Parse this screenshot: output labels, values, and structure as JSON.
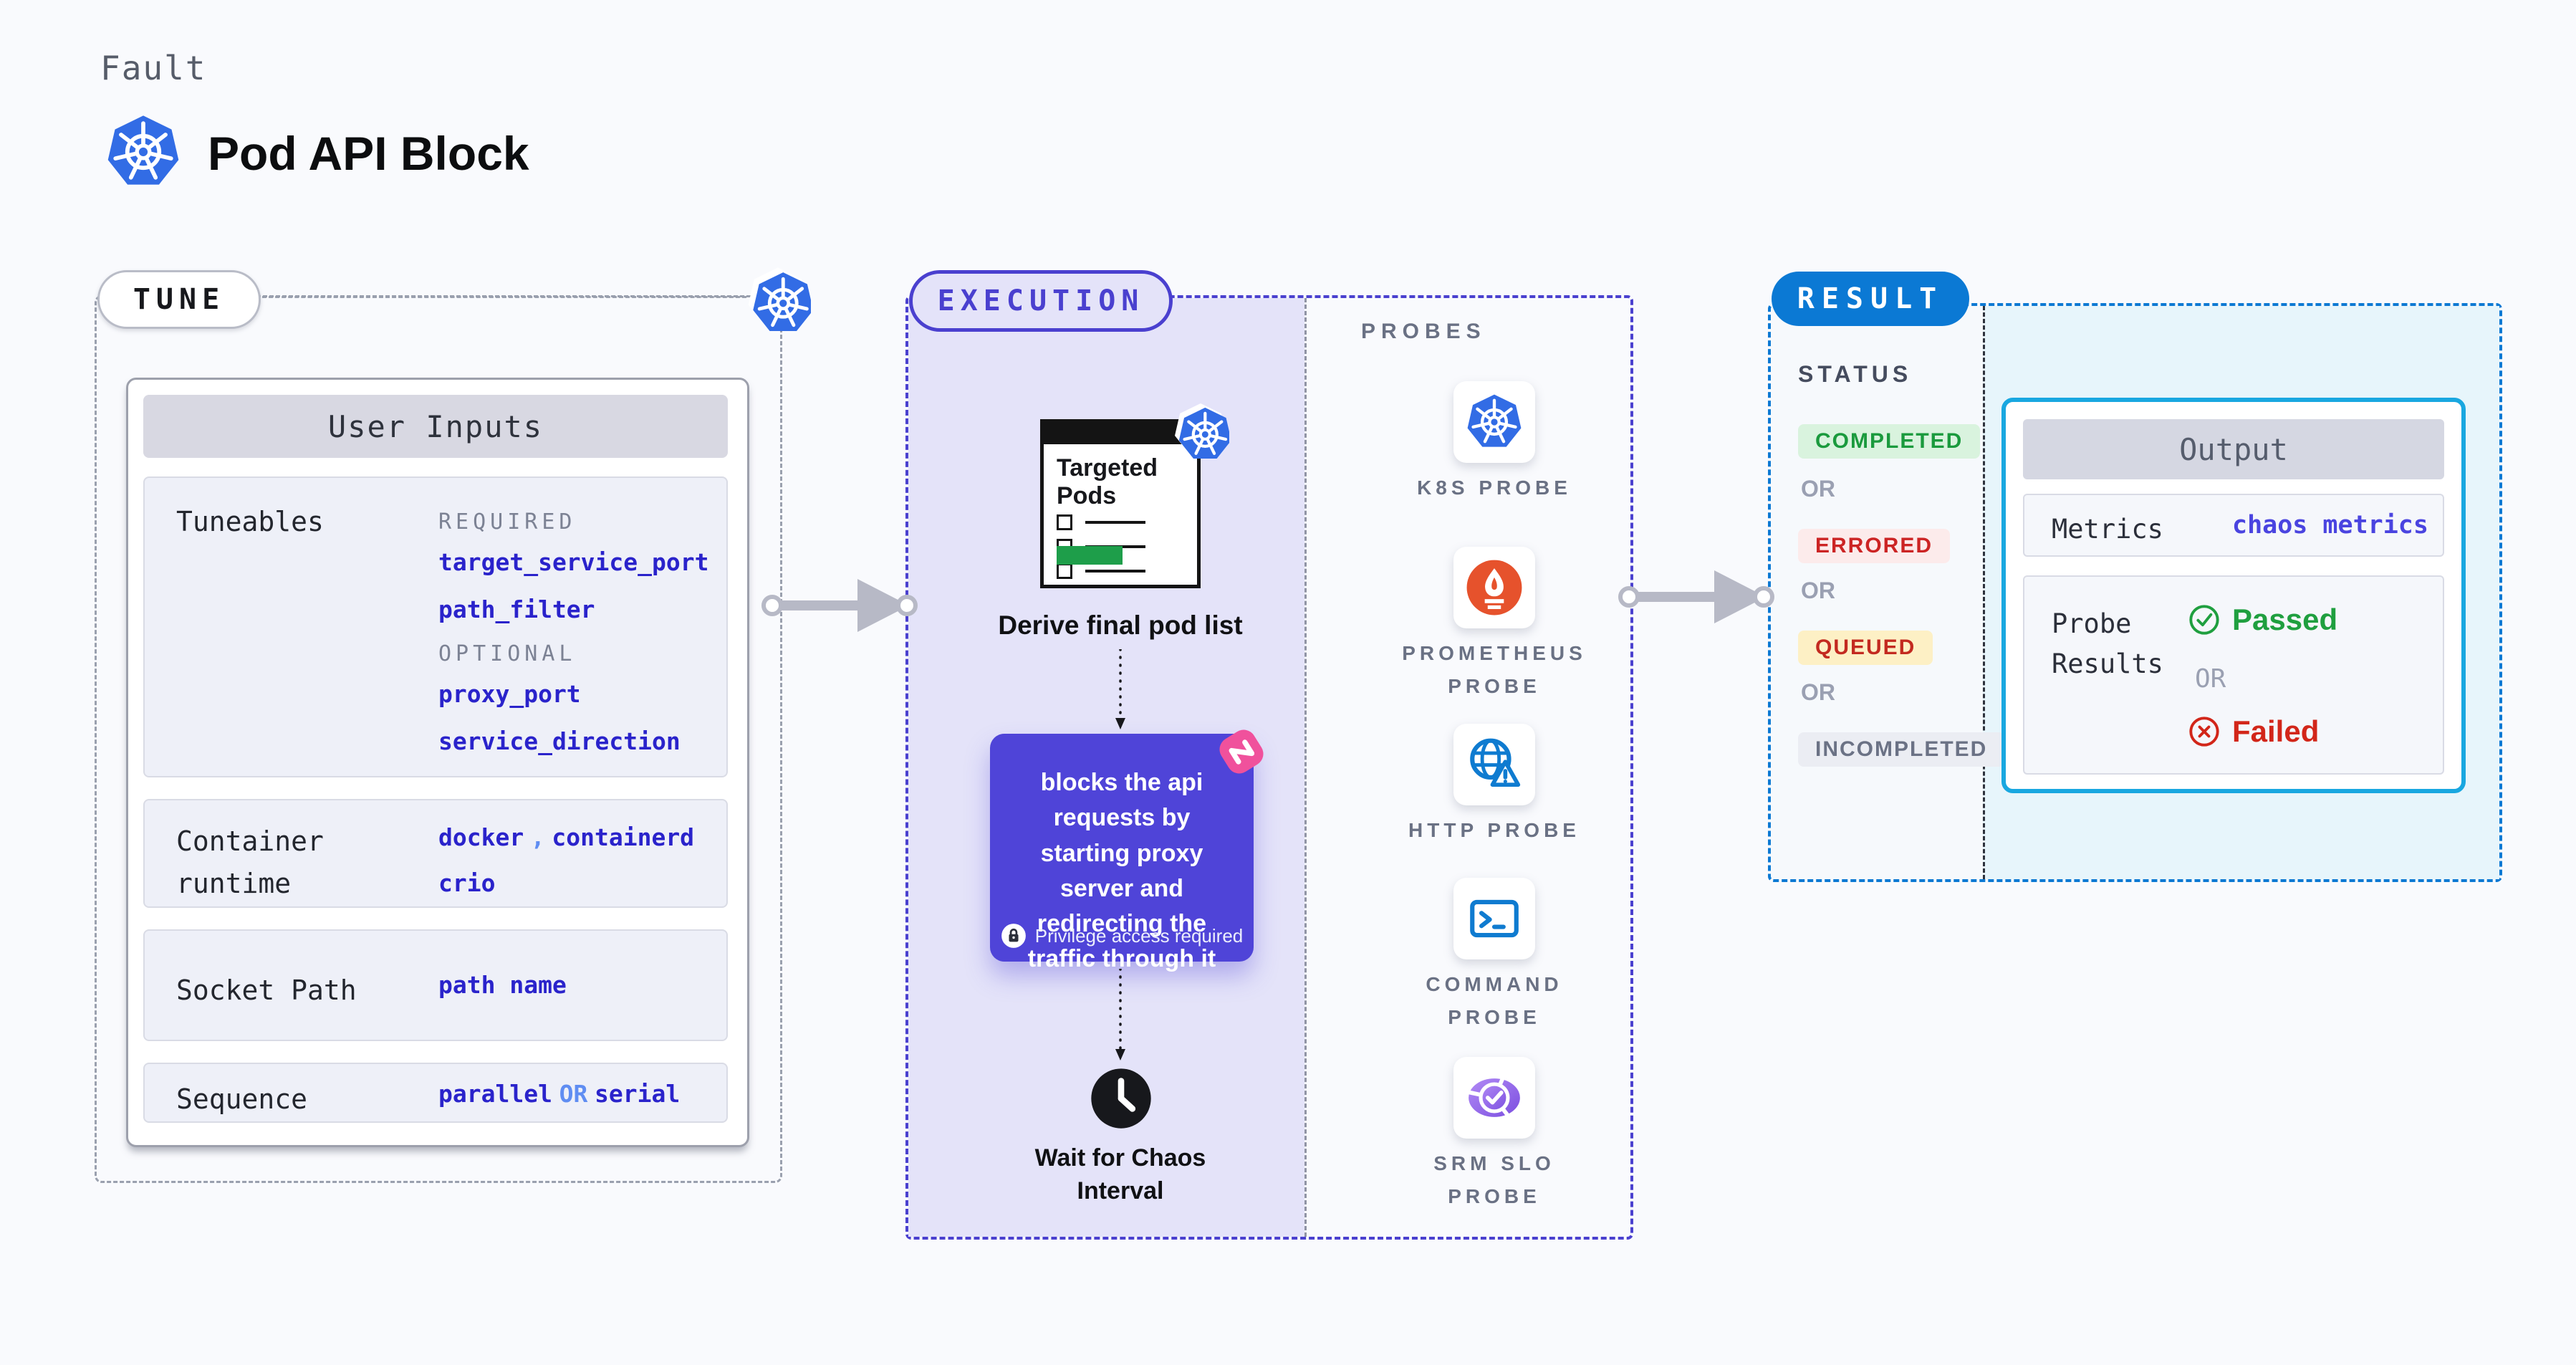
{
  "header": {
    "eyebrow": "Fault",
    "title": "Pod API Block"
  },
  "tune": {
    "label": "TUNE",
    "card_title": "User Inputs",
    "tuneables": {
      "label": "Tuneables",
      "required_tag": "REQUIRED",
      "required_values": [
        "target_service_port",
        "path_filter"
      ],
      "optional_tag": "OPTIONAL",
      "optional_values": [
        "proxy_port",
        "service_direction"
      ]
    },
    "container_runtime": {
      "label": "Container runtime",
      "value1": "docker",
      "separator": ",",
      "value2": "containerd",
      "value3": "crio"
    },
    "socket_path": {
      "label": "Socket Path",
      "value": "path name"
    },
    "sequence": {
      "label": "Sequence",
      "value1": "parallel",
      "connector": "OR",
      "value2": "serial"
    }
  },
  "execution": {
    "label": "EXECUTION",
    "targeted_pods_title": "Targeted Pods",
    "derive_caption": "Derive final pod list",
    "action_text": "blocks the api requests by starting proxy server and redirecting the traffic through it",
    "privilege_badge": "Privilege access required",
    "wait_caption": "Wait for Chaos Interval"
  },
  "probes": {
    "label": "PROBES",
    "items": [
      {
        "label": "K8S PROBE",
        "icon": "kubernetes-icon"
      },
      {
        "label": "PROMETHEUS PROBE",
        "icon": "prometheus-icon"
      },
      {
        "label": "HTTP PROBE",
        "icon": "http-globe-warning-icon"
      },
      {
        "label": "COMMAND PROBE",
        "icon": "terminal-icon"
      },
      {
        "label": "SRM SLO PROBE",
        "icon": "slo-pie-check-icon"
      }
    ]
  },
  "result": {
    "label": "RESULT",
    "status": {
      "label": "STATUS",
      "or": "OR",
      "items": [
        {
          "label": "COMPLETED",
          "fg": "#1a9a3d",
          "bg": "#d9f3de"
        },
        {
          "label": "ERRORED",
          "fg": "#cc2424",
          "bg": "#fcebeb"
        },
        {
          "label": "QUEUED",
          "fg": "#c32a20",
          "bg": "#fdf0c5"
        },
        {
          "label": "INCOMPLETED",
          "fg": "#6b7285",
          "bg": "#ebedf3"
        }
      ]
    },
    "output": {
      "title": "Output",
      "metrics_label": "Metrics",
      "metrics_value": "chaos metrics",
      "probe_results_label": "Probe Results",
      "passed": "Passed",
      "or": "OR",
      "failed": "Failed"
    }
  },
  "colors": {
    "accent_indigo": "#4a40cf",
    "action_box_indigo": "#4f44d8",
    "result_blue": "#0b79d4",
    "output_border_cyan": "#19a7e0",
    "output_bg_cyan": "#e7f5fb",
    "lavender_bg": "#e4e3f9",
    "code_blue": "#2a23cb",
    "code_light_blue": "#5f8df2",
    "k8s_blue": "#326ce5",
    "prometheus_orange": "#e6522c",
    "probe_icon_blue": "#0f7bd0",
    "srm_purple": "#8b5cf6",
    "chaos_pink": "#f0519c",
    "passed_green": "#1f9f3f",
    "failed_red": "#d22619",
    "targeted_green": "#1e9e4a"
  }
}
